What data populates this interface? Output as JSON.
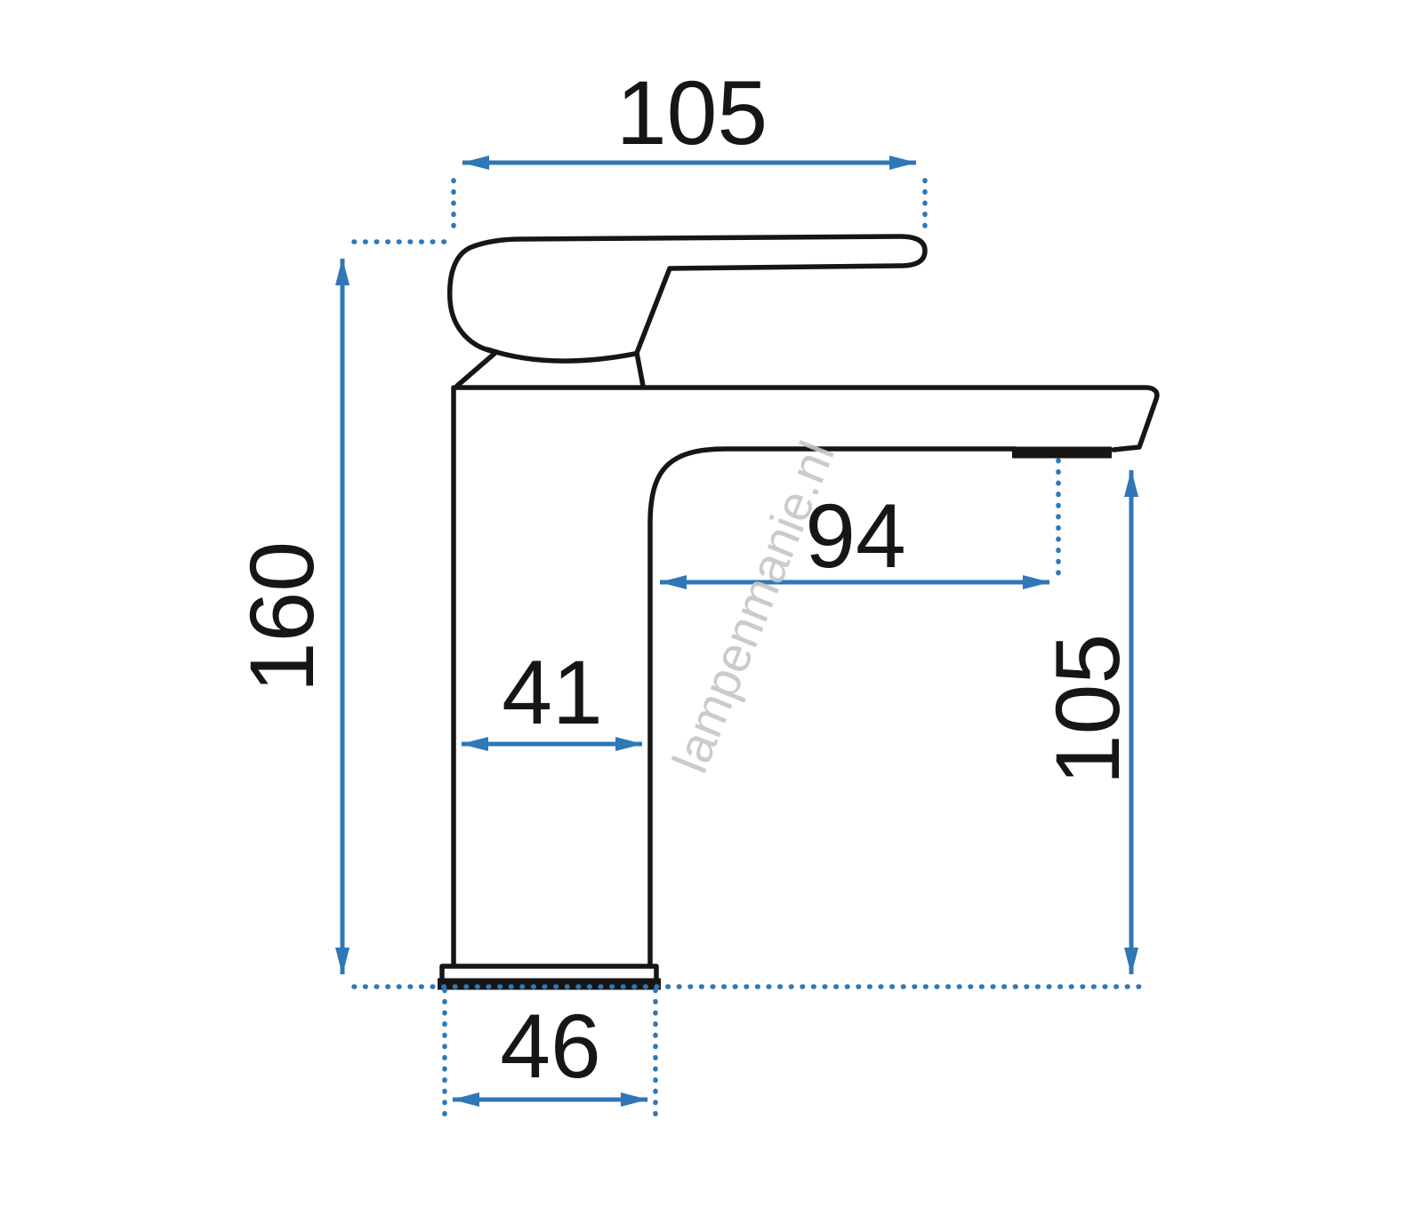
{
  "colors": {
    "background": "#ffffff",
    "outline": "#161616",
    "label": "#161616",
    "dimension": "#2f77b6",
    "watermark": "#c6c6c6"
  },
  "diagram": {
    "watermark": "lampenmanie.nl",
    "dimensions": {
      "top_width": "105",
      "total_height": "160",
      "spout_reach": "94",
      "outlet_height": "105",
      "body_depth": "41",
      "base_width": "46"
    }
  }
}
